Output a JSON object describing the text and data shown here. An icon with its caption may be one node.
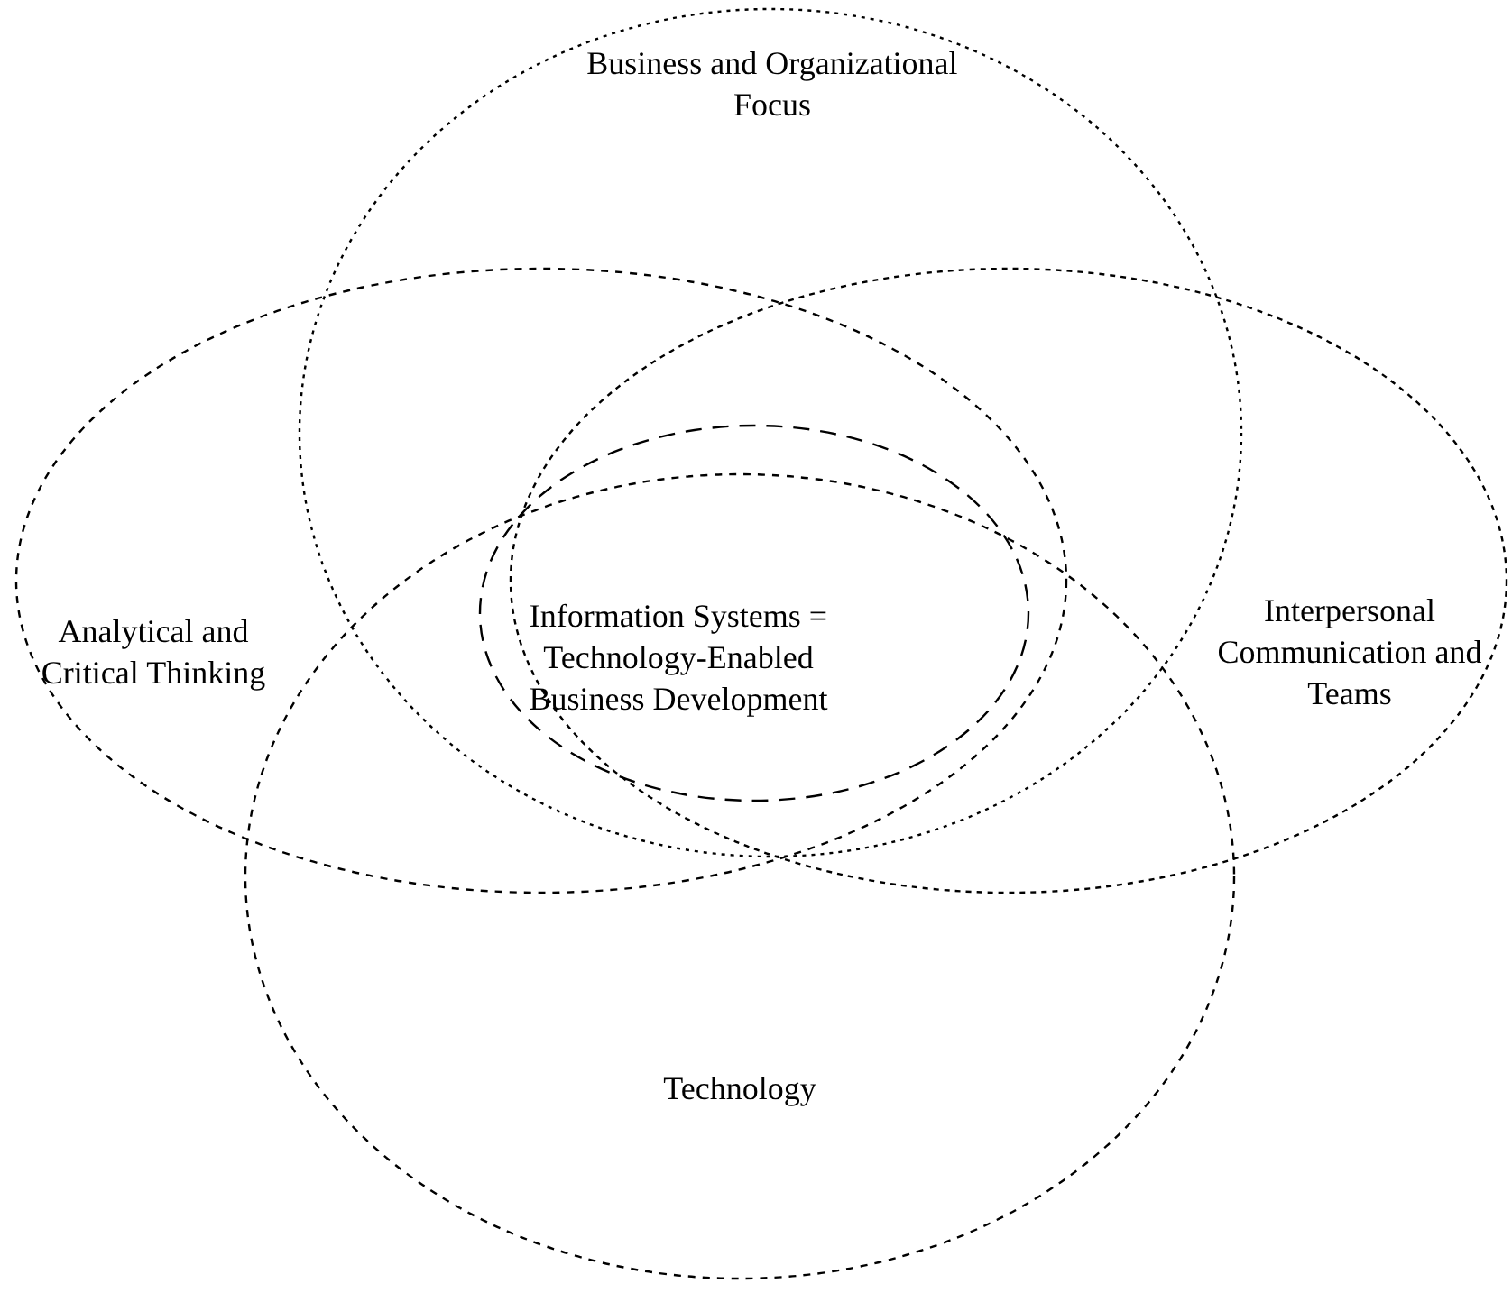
{
  "diagram": {
    "nodes": [
      {
        "text": [
          "Business and Organizational Focus"
        ]
      },
      {
        "text": [
          "Analytical and Critical Thinking"
        ]
      },
      {
        "text": [
          "Information Systems = Technology-Enabled Business Development"
        ]
      },
      {
        "text": [
          "Interpersonal Communication and Teams"
        ]
      },
      {
        "text": [
          "Technology"
        ]
      }
    ]
  }
}
